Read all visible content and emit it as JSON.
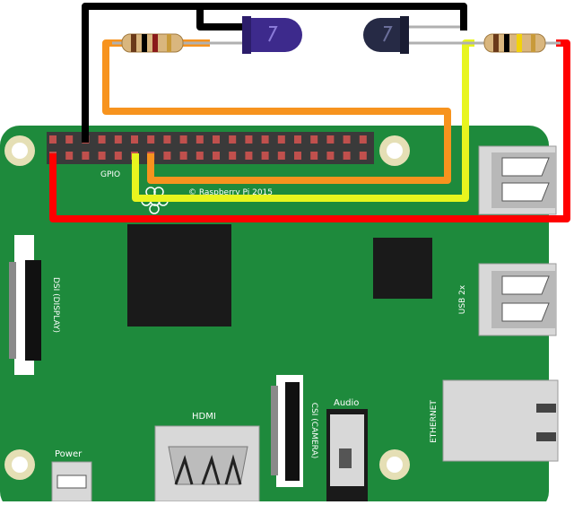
{
  "board": {
    "gpio_label": "GPIO",
    "copyright": "© Raspberry Pi 2015",
    "usb_label": "USB 2x",
    "dsi_label": "DSI (DISPLAY)",
    "csi_label": "CSI (CAMERA)",
    "hdmi_label": "HDMI",
    "audio_label": "Audio",
    "power_label": "Power",
    "ethernet_label": "ETHERNET"
  },
  "colors": {
    "pcb": "#1e8a3c",
    "pcb_edge": "#17752f",
    "wire_black": "#000000",
    "wire_orange": "#f7931e",
    "wire_yellow": "#e8f51e",
    "wire_red": "#ff0000",
    "led_purple": "#3d2a8c",
    "led_dark": "#262a45"
  },
  "components": [
    {
      "name": "resistor-left"
    },
    {
      "name": "led-purple"
    },
    {
      "name": "led-dark"
    },
    {
      "name": "resistor-right"
    }
  ],
  "wires": [
    "black",
    "orange",
    "yellow",
    "red"
  ]
}
